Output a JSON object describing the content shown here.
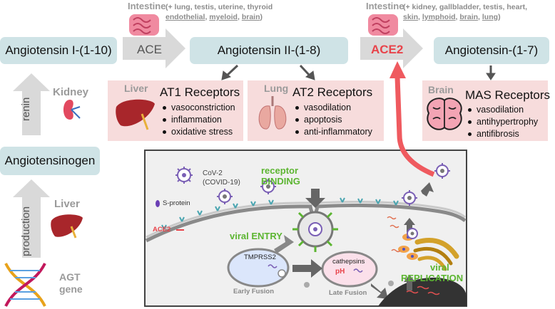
{
  "pathway": {
    "angiotensin_i": "Angiotensin I-(1-10)",
    "angiotensin_ii": "Angiotensin II-(1-8)",
    "angiotensin_17": "Angiotensin-(1-7)",
    "angiotensinogen": "Angiotensinogen",
    "ace_label": "ACE",
    "ace2_label": "ACE2",
    "renin_label": "renin",
    "production_label": "production",
    "kidney_label": "Kidney",
    "liver_label": "Liver",
    "agt_line1": "AGT",
    "agt_line2": "gene"
  },
  "intestine_left": {
    "title": "Intestine",
    "line1": "(+ lung, testis, uterine, thyroid",
    "line2_items": [
      "endothelial",
      "myeloid",
      "brain"
    ],
    "line2_close": ")"
  },
  "intestine_right": {
    "title": "Intestine",
    "line1": "(+ kidney, gallbladder, testis, heart,",
    "line2_items": [
      "skin",
      "lymphoid",
      "brain",
      "lung"
    ],
    "line2_close": ")"
  },
  "at1": {
    "organ": "Liver",
    "title": "AT1 Receptors",
    "effects": [
      "vasoconstriction",
      "inflammation",
      "oxidative stress"
    ]
  },
  "at2": {
    "organ": "Lung",
    "title": "AT2 Receptors",
    "effects": [
      "vasodilation",
      "apoptosis",
      "anti-inflammatory"
    ]
  },
  "mas": {
    "organ": "Brain",
    "title": "MAS Receptors",
    "effects": [
      "vasodilation",
      "antihypertrophy",
      "antifibrosis"
    ]
  },
  "cell": {
    "cov2_line1": "CoV-2",
    "cov2_line2": "(COVID-19)",
    "s_protein": "S-protein",
    "ace2_marker": "ACE2",
    "receptor": "receptor",
    "binding": "BINDING",
    "viral_entry": "viral ENTRY",
    "tmprss2": "TMPRSS2",
    "early_fusion": "Early Fusion",
    "cathepsins": "cathepsins",
    "ph": "pH",
    "late_fusion": "Late Fusion",
    "viral": "viral",
    "replication": "REPLICATION"
  },
  "colors": {
    "box": "#cfe3e6",
    "pink": "#f7dcdc",
    "green": "#5cb531",
    "red_arrow": "#ef5a5f",
    "ace2_red": "#e8434a",
    "gray_arrow": "#d9d9d9"
  }
}
